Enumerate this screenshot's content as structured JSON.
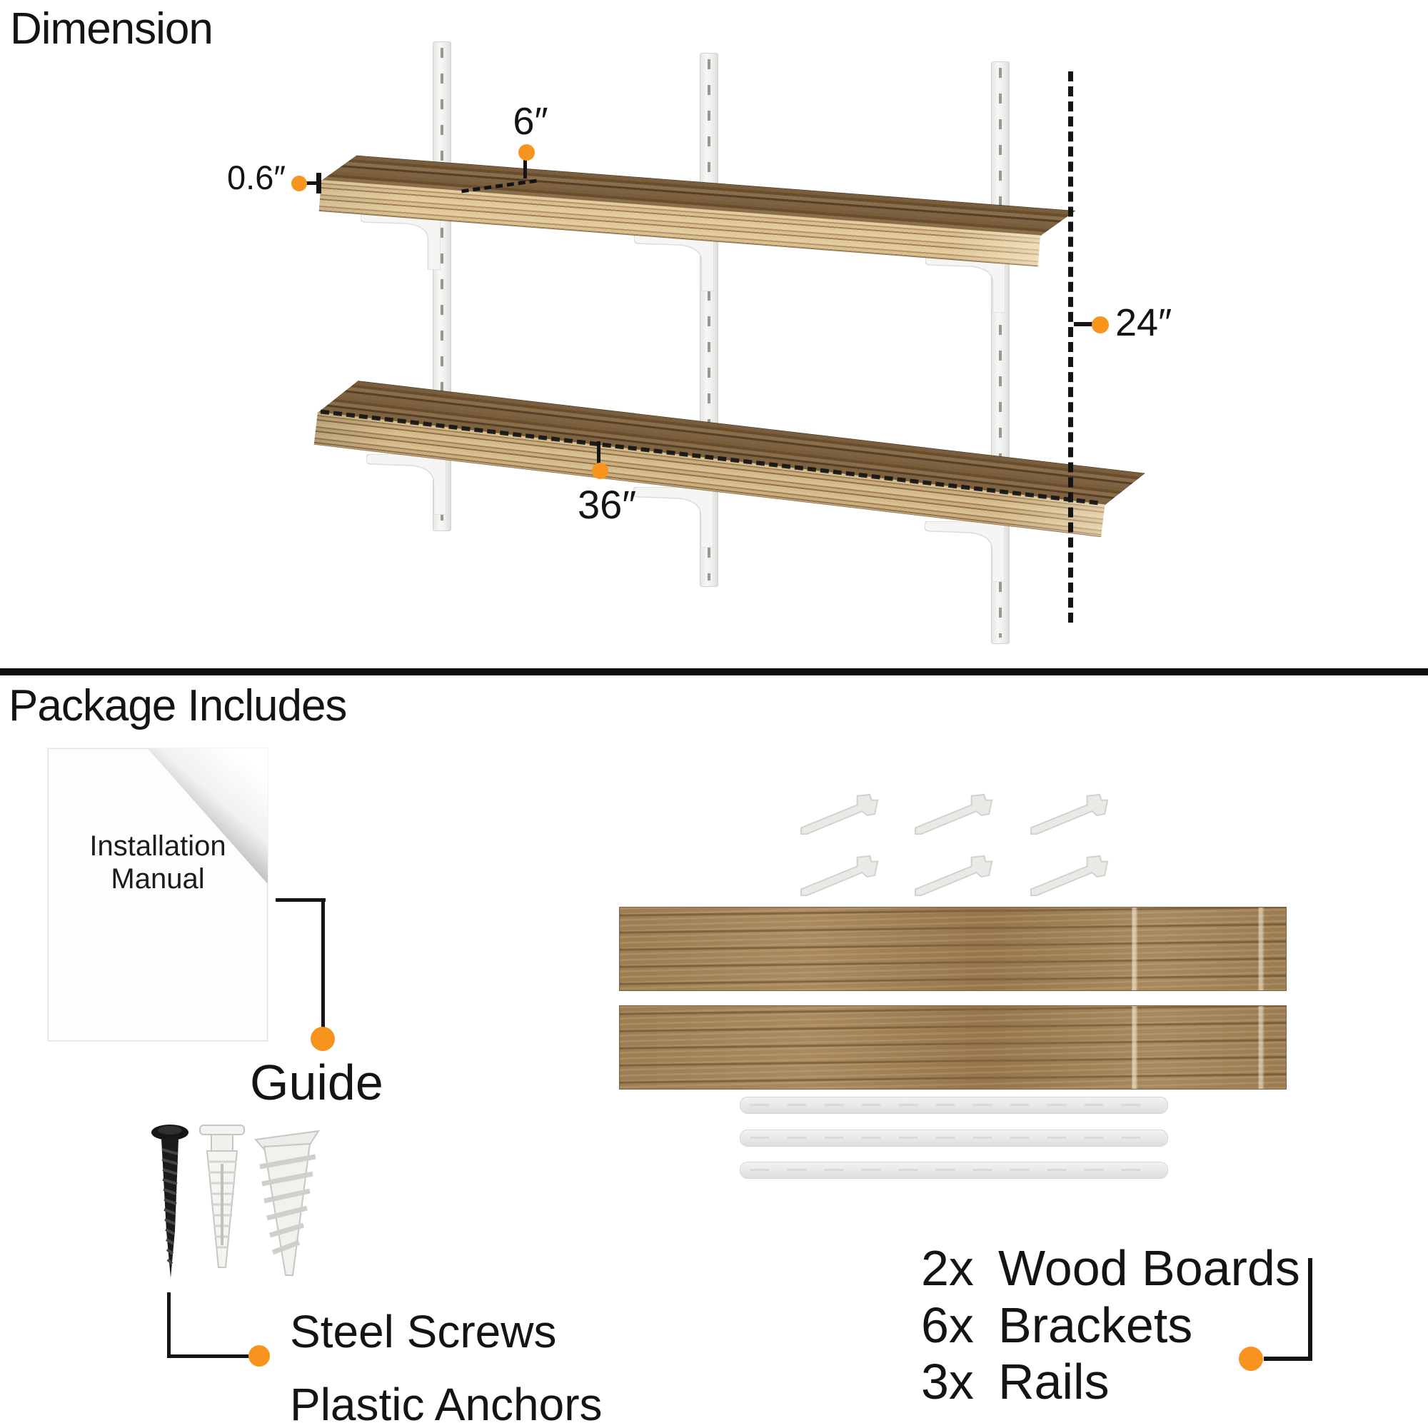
{
  "dimension": {
    "title": "Dimension",
    "depth_label": "6″",
    "thickness_label": "0.6″",
    "height_label": "24″",
    "width_label": "36″"
  },
  "package": {
    "title": "Package Includes",
    "manual_line1": "Installation",
    "manual_line2": "Manual",
    "manual_label": "Guide",
    "fasteners_line1": "Steel Screws",
    "fasteners_line2": "Plastic Anchors",
    "contents": [
      {
        "qty": "2x",
        "item": "Wood Boards"
      },
      {
        "qty": "6x",
        "item": "Brackets"
      },
      {
        "qty": "3x",
        "item": "Rails"
      }
    ]
  },
  "colors": {
    "accent": "#F7941E",
    "ink": "#141414"
  }
}
